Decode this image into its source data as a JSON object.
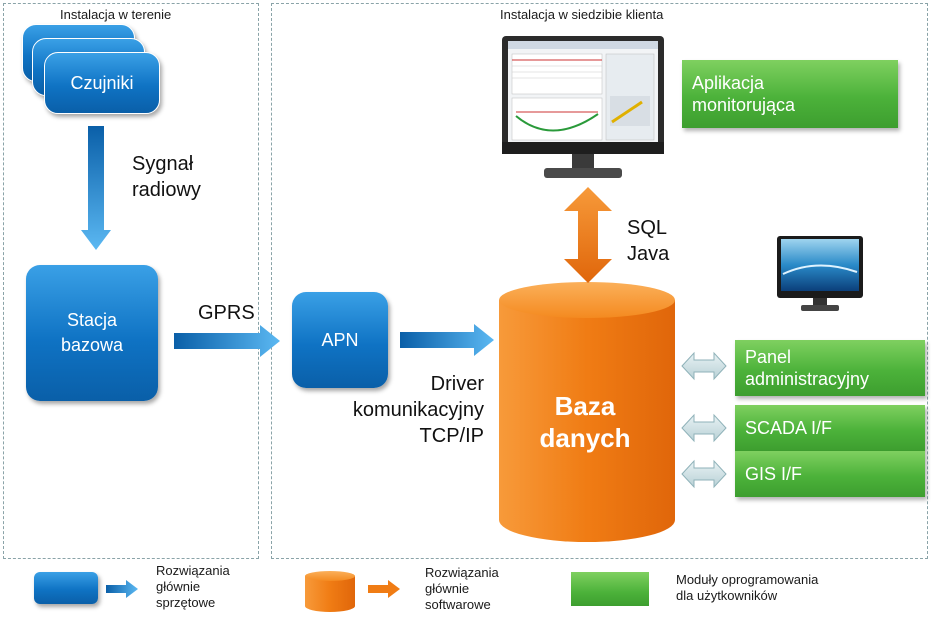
{
  "regions": {
    "field": "Instalacja  w terenie",
    "client": "Instalacja  w siedzibie klienta"
  },
  "nodes": {
    "sensors": "Czujniki",
    "base_station": "Stacja\nbazowa",
    "apn": "APN",
    "database": "Baza\ndanych",
    "monitoring_app": "Aplikacja\nmonitorująca",
    "admin_panel": "Panel\nadministracyjny",
    "scada": "SCADA I/F",
    "gis": "GIS I/F"
  },
  "labels": {
    "radio_signal": "Sygnał\nradiowy",
    "gprs": "GPRS",
    "driver": "Driver\nkomunikacyjny\nTCP/IP",
    "sql_java": "SQL\nJava"
  },
  "legend": {
    "hardware": "Rozwiązania\ngłównie\nsprzętowe",
    "software": "Rozwiązania\ngłównie\nsoftwarowe",
    "user_modules": "Moduły  oprogramowania\ndla użytkowników"
  },
  "colors": {
    "hardware_blue": "#0f73c4",
    "software_orange": "#f07c14",
    "modules_green": "#4cb23a"
  }
}
